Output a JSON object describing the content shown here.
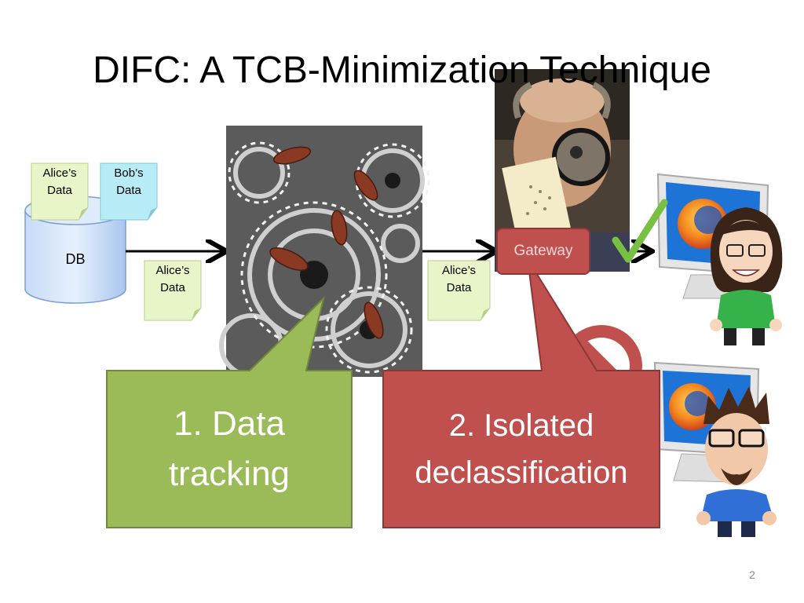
{
  "slide": {
    "title": "DIFC: A TCB-Minimization Technique",
    "page_number": "2"
  },
  "db": {
    "label": "DB",
    "notes": [
      {
        "line1": "Alice’s",
        "line2": "Data",
        "color": "#e8f5c8"
      },
      {
        "line1": "Bob’s",
        "line2": "Data",
        "color": "#b7ecf7"
      }
    ]
  },
  "flow_notes": [
    {
      "line1": "Alice’s",
      "line2": "Data"
    },
    {
      "line1": "Alice’s",
      "line2": "Data"
    }
  ],
  "gateway": {
    "label": "Gateway"
  },
  "callouts": [
    {
      "line1": "1. Data",
      "line2": "tracking",
      "color": "#9bbb59"
    },
    {
      "line1": "2. Isolated",
      "line2": "declassification",
      "color": "#c0504d"
    }
  ],
  "colors": {
    "note_green": "#e8f5c8",
    "note_blue": "#b7ecf7",
    "gateway": "#c0504d",
    "check": "#77c043",
    "stop": "#c0504d"
  },
  "icons": [
    "database-icon",
    "gears-bugs-image",
    "inspector-photo",
    "firefox-monitor-icon",
    "alice-avatar",
    "bob-avatar",
    "checkmark-icon",
    "stop-sign-icon"
  ]
}
